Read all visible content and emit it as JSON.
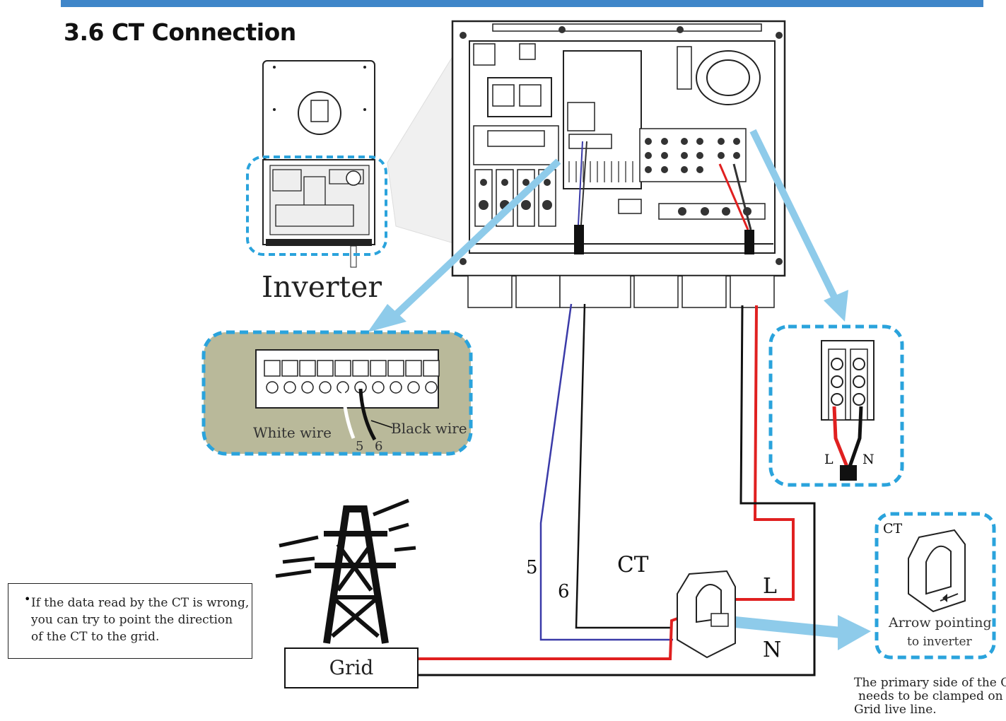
{
  "title": "3.6 CT Connection",
  "labels": {
    "inverter": "Inverter",
    "white_wire": "White wire",
    "black_wire": "Black wire",
    "num5_small": "5",
    "num6_small": "6",
    "L_terminal": "L",
    "N_terminal": "N",
    "wire5": "5",
    "wire6": "6",
    "CT": "CT",
    "L_line": "L",
    "N_line": "N",
    "grid": "Grid",
    "ct_inset_title": "CT",
    "arrow_pointing_1": "Arrow pointing",
    "arrow_pointing_2": "to inverter"
  },
  "note": {
    "bullet": "•",
    "line1": "If the data read by the CT is wrong,",
    "line2": "you can try to point the direction",
    "line3": "of the CT to the grid."
  },
  "primary_note": {
    "line1": "The primary side of the CT",
    "line2": "needs to be clamped on the",
    "line3": "Grid live line."
  },
  "colors": {
    "header_bar": "#3f86c9",
    "dashed_border": "#2aa3dc",
    "arrow": "#8ecbea",
    "live_wire": "#e02020",
    "neutral_wire": "#111111",
    "ct_wire_5": "#3a3aa8",
    "terminal_panel_bg": "#b9b99a"
  }
}
